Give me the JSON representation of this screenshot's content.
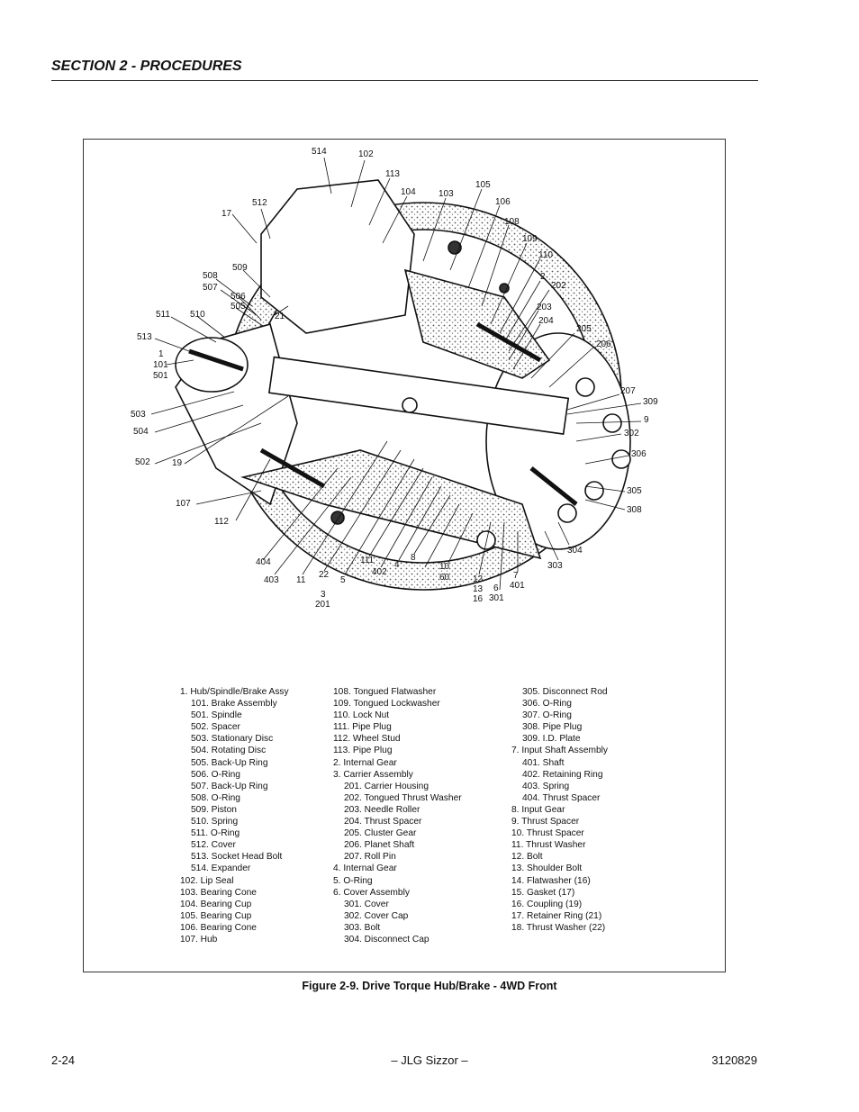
{
  "header": {
    "section": "SECTION 2 - PROCEDURES"
  },
  "callouts": [
    "514",
    "102",
    "113",
    "104",
    "103",
    "105",
    "106",
    "108",
    "109",
    "110",
    "2",
    "202",
    "203",
    "204",
    "205",
    "206",
    "207",
    "309",
    "9",
    "302",
    "306",
    "305",
    "308",
    "304",
    "303",
    "17",
    "512",
    "509",
    "508",
    "507",
    "506",
    "505",
    "21",
    "511",
    "510",
    "513",
    "1",
    "101",
    "501",
    "503",
    "504",
    "502",
    "19",
    "107",
    "112",
    "404",
    "403",
    "11",
    "22",
    "5",
    "111",
    "402",
    "4",
    "8",
    "3",
    "201",
    "10",
    "60",
    "12",
    "13",
    "16",
    "6",
    "301",
    "7",
    "401"
  ],
  "legend": {
    "col1": [
      {
        "text": "1. Hub/Spindle/Brake Assy",
        "sub": false
      },
      {
        "text": "101. Brake Assembly",
        "sub": true
      },
      {
        "text": "501. Spindle",
        "sub": true
      },
      {
        "text": "502. Spacer",
        "sub": true
      },
      {
        "text": "503. Stationary Disc",
        "sub": true
      },
      {
        "text": "504. Rotating Disc",
        "sub": true
      },
      {
        "text": "505. Back-Up Ring",
        "sub": true
      },
      {
        "text": "506. O-Ring",
        "sub": true
      },
      {
        "text": "507. Back-Up Ring",
        "sub": true
      },
      {
        "text": "508. O-Ring",
        "sub": true
      },
      {
        "text": "509. Piston",
        "sub": true
      },
      {
        "text": "510. Spring",
        "sub": true
      },
      {
        "text": "511. O-Ring",
        "sub": true
      },
      {
        "text": "512. Cover",
        "sub": true
      },
      {
        "text": "513. Socket Head Bolt",
        "sub": true
      },
      {
        "text": "514. Expander",
        "sub": true
      },
      {
        "text": "102. Lip Seal",
        "sub": false
      },
      {
        "text": "103. Bearing Cone",
        "sub": false
      },
      {
        "text": "104. Bearing Cup",
        "sub": false
      },
      {
        "text": "105. Bearing Cup",
        "sub": false
      },
      {
        "text": "106. Bearing Cone",
        "sub": false
      },
      {
        "text": "107. Hub",
        "sub": false
      }
    ],
    "col2": [
      {
        "text": "108. Tongued Flatwasher",
        "sub": false
      },
      {
        "text": "109. Tongued Lockwasher",
        "sub": false
      },
      {
        "text": "110. Lock Nut",
        "sub": false
      },
      {
        "text": "111. Pipe Plug",
        "sub": false
      },
      {
        "text": "112. Wheel Stud",
        "sub": false
      },
      {
        "text": "113. Pipe Plug",
        "sub": false
      },
      {
        "text": "2. Internal Gear",
        "sub": false
      },
      {
        "text": "3. Carrier Assembly",
        "sub": false
      },
      {
        "text": "201. Carrier Housing",
        "sub": true
      },
      {
        "text": "202. Tongued Thrust Washer",
        "sub": true
      },
      {
        "text": "203. Needle Roller",
        "sub": true
      },
      {
        "text": "204. Thrust Spacer",
        "sub": true
      },
      {
        "text": "205. Cluster Gear",
        "sub": true
      },
      {
        "text": "206. Planet Shaft",
        "sub": true
      },
      {
        "text": "207. Roll Pin",
        "sub": true
      },
      {
        "text": "4. Internal Gear",
        "sub": false
      },
      {
        "text": "5. O-Ring",
        "sub": false
      },
      {
        "text": "6. Cover Assembly",
        "sub": false
      },
      {
        "text": "301. Cover",
        "sub": true
      },
      {
        "text": "302. Cover Cap",
        "sub": true
      },
      {
        "text": "303. Bolt",
        "sub": true
      },
      {
        "text": "304. Disconnect Cap",
        "sub": true
      }
    ],
    "col3": [
      {
        "text": "305. Disconnect Rod",
        "sub": true
      },
      {
        "text": "306. O-Ring",
        "sub": true
      },
      {
        "text": "307. O-Ring",
        "sub": true
      },
      {
        "text": "308. Pipe Plug",
        "sub": true
      },
      {
        "text": "309. I.D. Plate",
        "sub": true
      },
      {
        "text": "7. Input Shaft Assembly",
        "sub": false
      },
      {
        "text": "401. Shaft",
        "sub": true
      },
      {
        "text": "402. Retaining Ring",
        "sub": true
      },
      {
        "text": "403. Spring",
        "sub": true
      },
      {
        "text": "404. Thrust Spacer",
        "sub": true
      },
      {
        "text": "8. Input Gear",
        "sub": false
      },
      {
        "text": "9. Thrust Spacer",
        "sub": false
      },
      {
        "text": "10. Thrust Spacer",
        "sub": false
      },
      {
        "text": "11. Thrust Washer",
        "sub": false
      },
      {
        "text": "12. Bolt",
        "sub": false
      },
      {
        "text": "13. Shoulder Bolt",
        "sub": false
      },
      {
        "text": "14. Flatwasher (16)",
        "sub": false
      },
      {
        "text": "15. Gasket (17)",
        "sub": false
      },
      {
        "text": "16. Coupling (19)",
        "sub": false
      },
      {
        "text": "17. Retainer Ring (21)",
        "sub": false
      },
      {
        "text": "18. Thrust Washer (22)",
        "sub": false
      }
    ]
  },
  "caption": "Figure 2-9.  Drive Torque Hub/Brake - 4WD Front",
  "footer": {
    "page": "2-24",
    "center": "– JLG Sizzor –",
    "doc": "3120829"
  }
}
